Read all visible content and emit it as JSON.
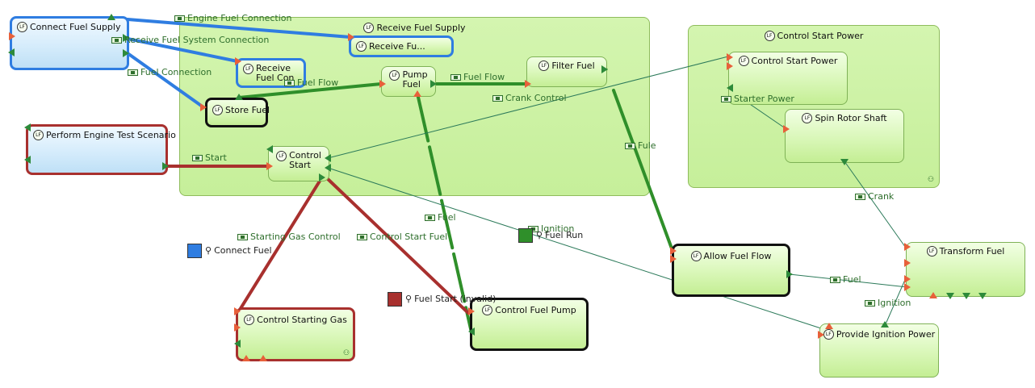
{
  "colors": {
    "flow_green": "#2f8f2a",
    "control_red": "#a8302e",
    "connection_blue": "#2f7de1",
    "thin_link": "#2c7a5a",
    "box_fill": "#d9f7b8",
    "blue_box_fill": "#d3ebfb",
    "container_fill": "#c9f09f"
  },
  "icons": {
    "function": "LF",
    "flow": "flow-port-icon",
    "scenario": "scenario-link-icon"
  },
  "containers": {
    "receive_fuel_supply": "Receive Fuel Supply",
    "control_start_power": "Control Start Power"
  },
  "nodes": {
    "connect_fuel_supply": "Connect Fuel Supply",
    "perform_engine_test": "Perform Engine Test Scenario",
    "receive_fu": "Receive Fu...",
    "receive_fuel_con": "Receive\nFuel Con",
    "pump_fuel": "Pump\nFuel",
    "filter_fuel": "Filter Fuel",
    "store_fuel": "Store Fuel",
    "control_start": "Control\nStart",
    "control_start_power_inner": "Control Start Power",
    "spin_rotor_shaft": "Spin Rotor Shaft",
    "allow_fuel_flow": "Allow Fuel Flow",
    "transform_fuel": "Transform Fuel",
    "control_starting_gas": "Control Starting Gas",
    "control_fuel_pump": "Control Fuel Pump",
    "provide_ignition_power": "Provide Ignition Power"
  },
  "labels": {
    "engine_fuel_connection": "Engine Fuel Connection",
    "receive_fuel_system_connection": "Receive Fuel System Connection",
    "fuel_connection": "Fuel Connection",
    "fuel_flow_1": "Fuel Flow",
    "fuel_flow_2": "Fuel Flow",
    "crank_control": "Crank Control",
    "fule": "Fule",
    "start": "Start",
    "starter_power": "Starter Power",
    "crank": "Crank",
    "fuel_a": "Fuel",
    "ignition_a": "Ignition",
    "starting_gas_control": "Starting Gas Control",
    "control_start_fuel": "Control Start Fuel",
    "fuel_b": "Fuel",
    "ignition_b": "Ignition"
  },
  "scenarios": {
    "connect_fuel": "Connect Fuel",
    "fuel_run": "Fuel Run",
    "fuel_start_invalid": "Fuel Start (invalid)"
  }
}
